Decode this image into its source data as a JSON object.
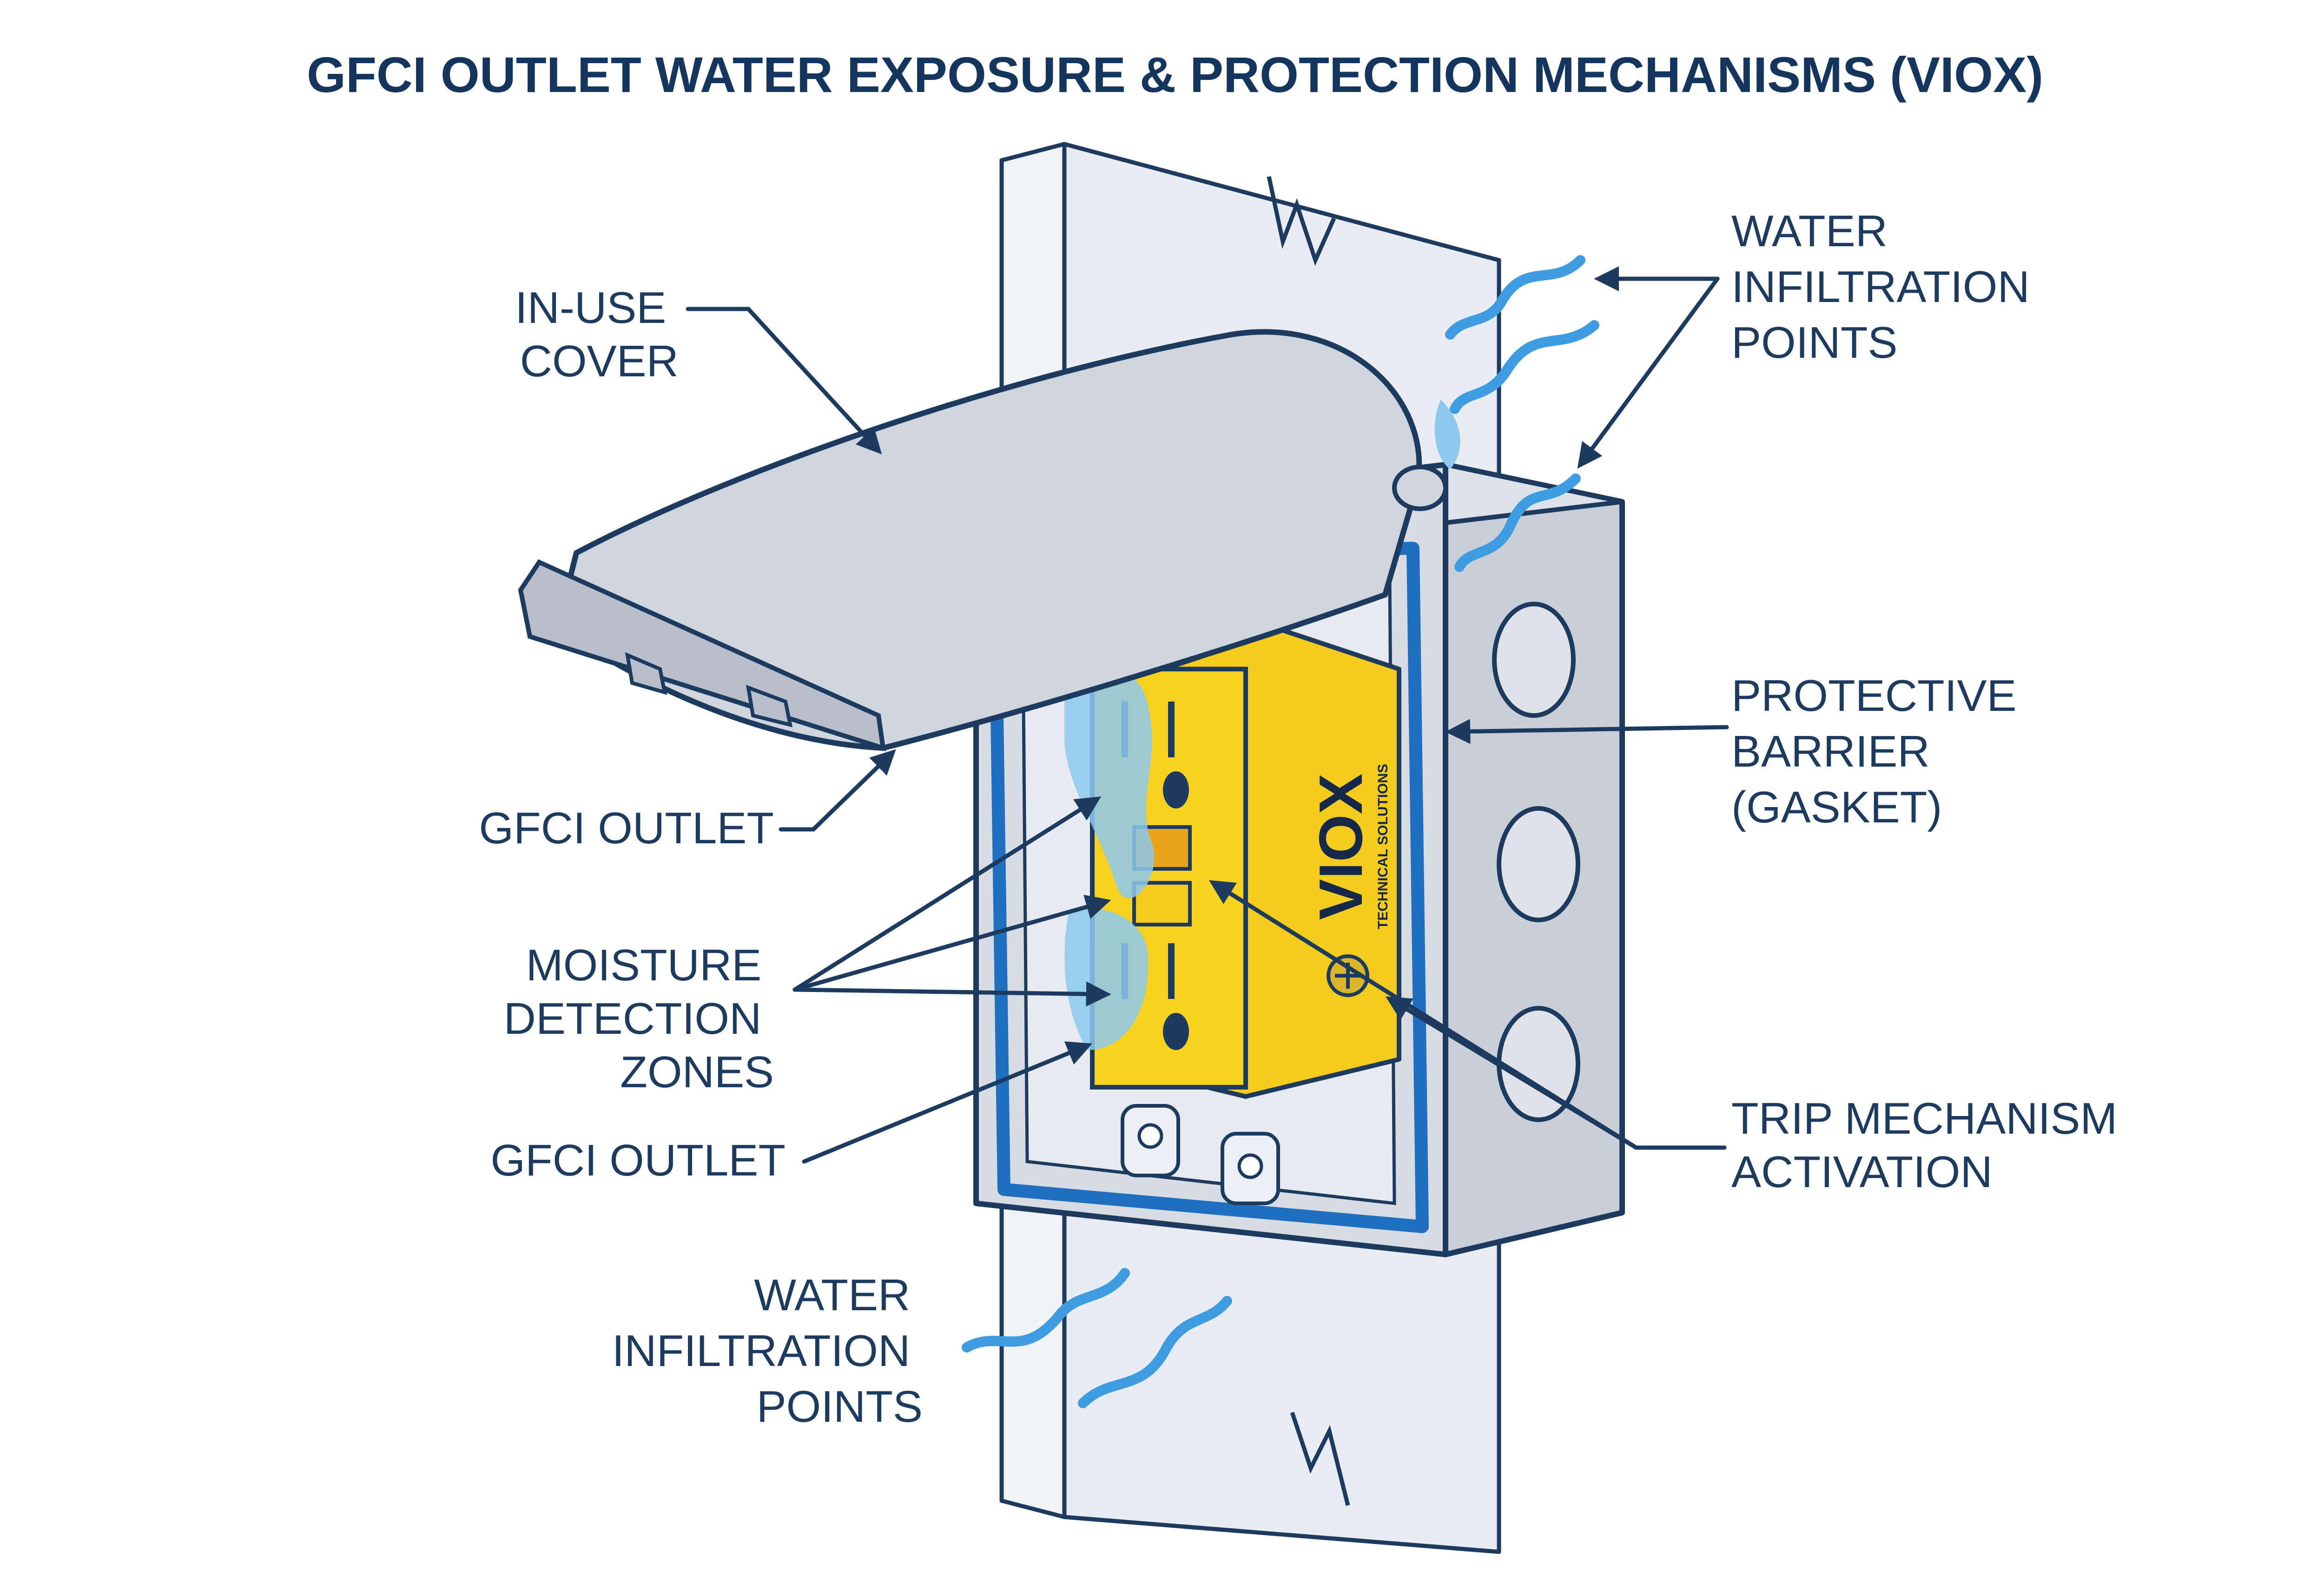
{
  "title": "GFCI OUTLET WATER EXPOSURE & PROTECTION MECHANISMS (VIOX)",
  "labels": {
    "in_use_cover": [
      "IN-USE",
      "COVER"
    ],
    "water_infiltration_top": [
      "WATER",
      "INFILTRATION",
      "POINTS"
    ],
    "protective_barrier": [
      "PROTECTIVE",
      "BARRIER",
      "(GASKET)"
    ],
    "gfci_outlet_1": "GFCI OUTLET",
    "moisture_zones": [
      "MOISTURE",
      "DETECTION",
      "ZONES"
    ],
    "gfci_outlet_2": "GFCI OUTLET",
    "trip_mechanism": [
      "TRIP MECHANISM",
      "ACTIVATION"
    ],
    "water_infiltration_bottom": [
      "WATER",
      "INFILTRATION",
      "POINTS"
    ]
  },
  "brand": {
    "name": "VIOX",
    "tagline": "TECHNICAL SOLUTIONS"
  },
  "colors": {
    "outline": "#1d3a5f",
    "box_gray": "#d7dce3",
    "gasket_blue": "#1f6fc0",
    "water_blue": "#3d9de0",
    "moisture_blue": "#8cc9ee",
    "outlet_yellow": "#f7d21f"
  }
}
